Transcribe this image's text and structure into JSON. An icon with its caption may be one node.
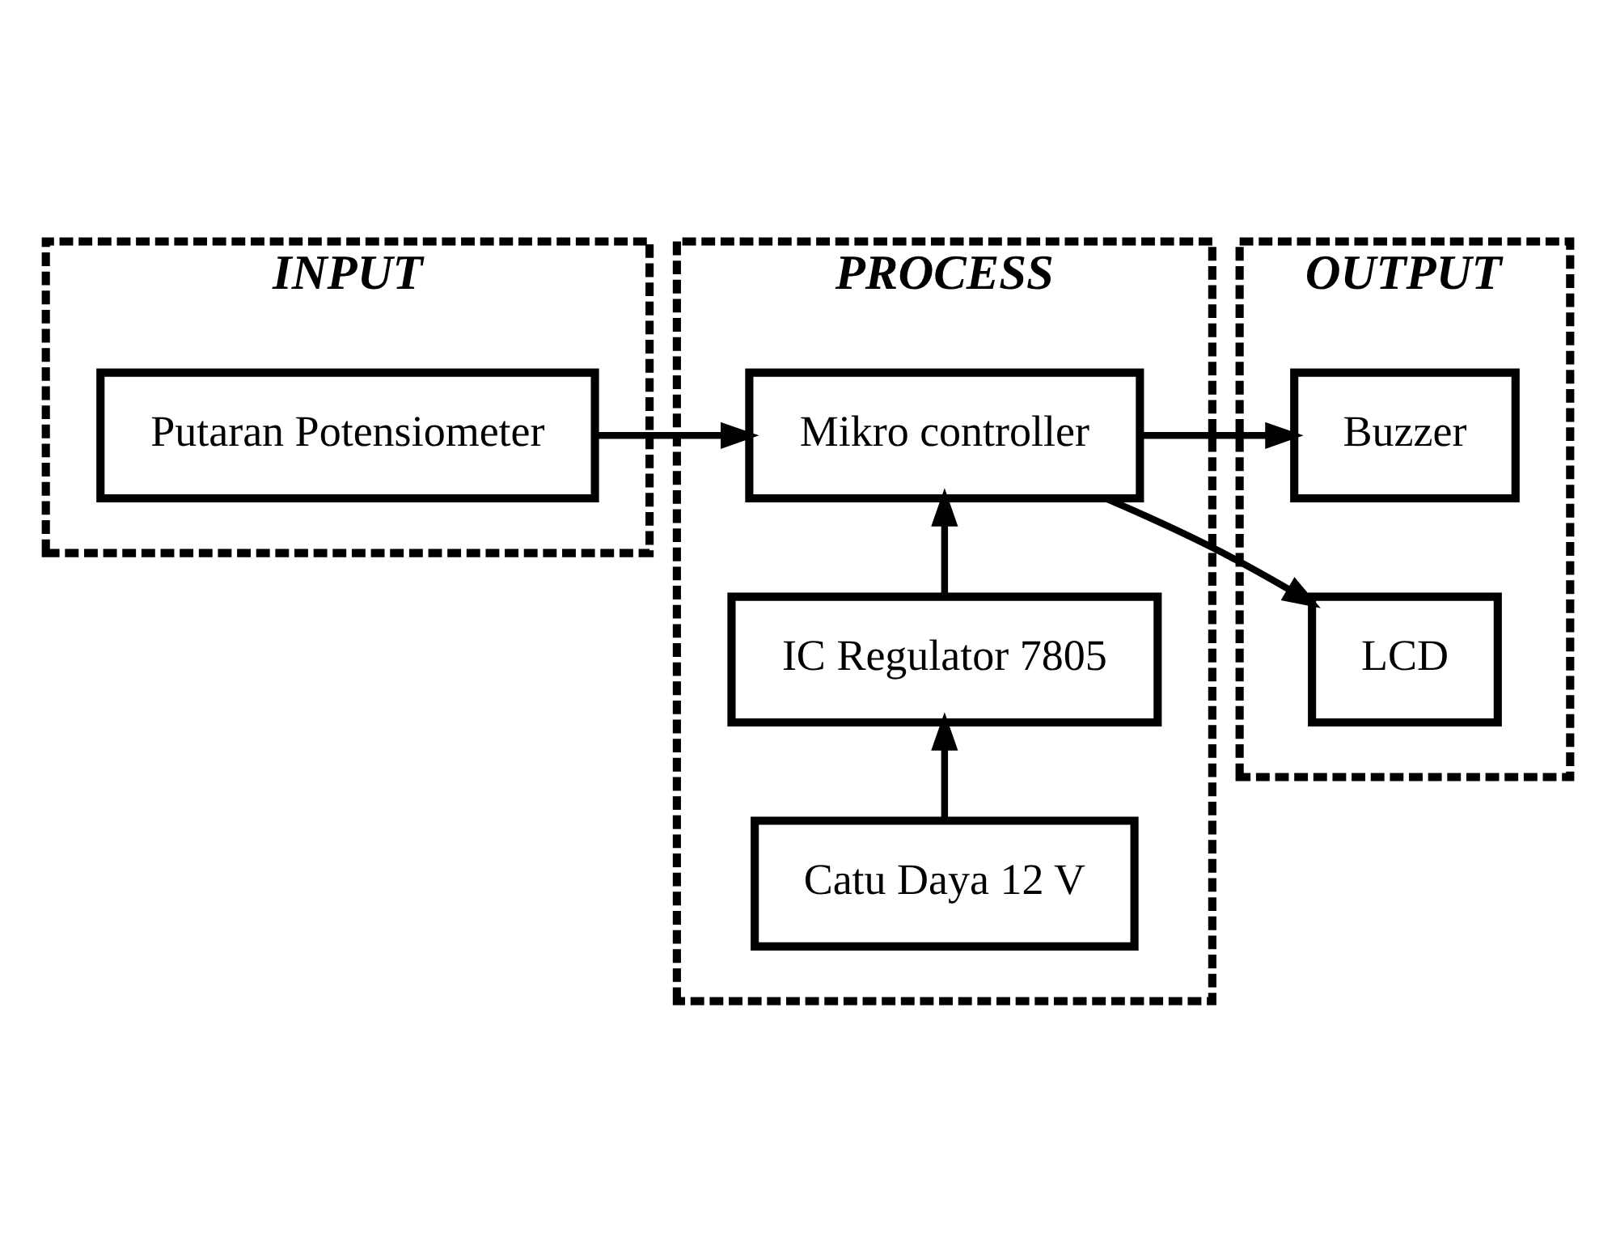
{
  "diagram": {
    "nodes": [
      {
        "text": [
          "INPUT"
        ]
      },
      {
        "text": [
          "PROCESS"
        ]
      },
      {
        "text": [
          "OUTPUT"
        ]
      },
      {
        "text": [
          "Putaran Potensiometer"
        ],
        "in": 0
      },
      {
        "text": [
          "Mikro controller"
        ],
        "in": 1
      },
      {
        "text": [
          "Buzzer"
        ],
        "in": 2
      },
      {
        "text": [
          "LCD"
        ],
        "in": 2
      },
      {
        "text": [
          "IC Regulator 7805"
        ],
        "in": 1
      },
      {
        "text": [
          "Catu Daya 12 V"
        ],
        "in": 1
      }
    ],
    "edges": [
      {
        "from": 3,
        "to": 4,
        "arrow": "to"
      },
      {
        "from": 4,
        "to": 5,
        "arrow": "to"
      },
      {
        "from": 4,
        "to": 6,
        "arrow": "to"
      },
      {
        "from": 7,
        "to": 4,
        "arrow": "to"
      },
      {
        "from": 8,
        "to": 7,
        "arrow": "to"
      }
    ]
  }
}
